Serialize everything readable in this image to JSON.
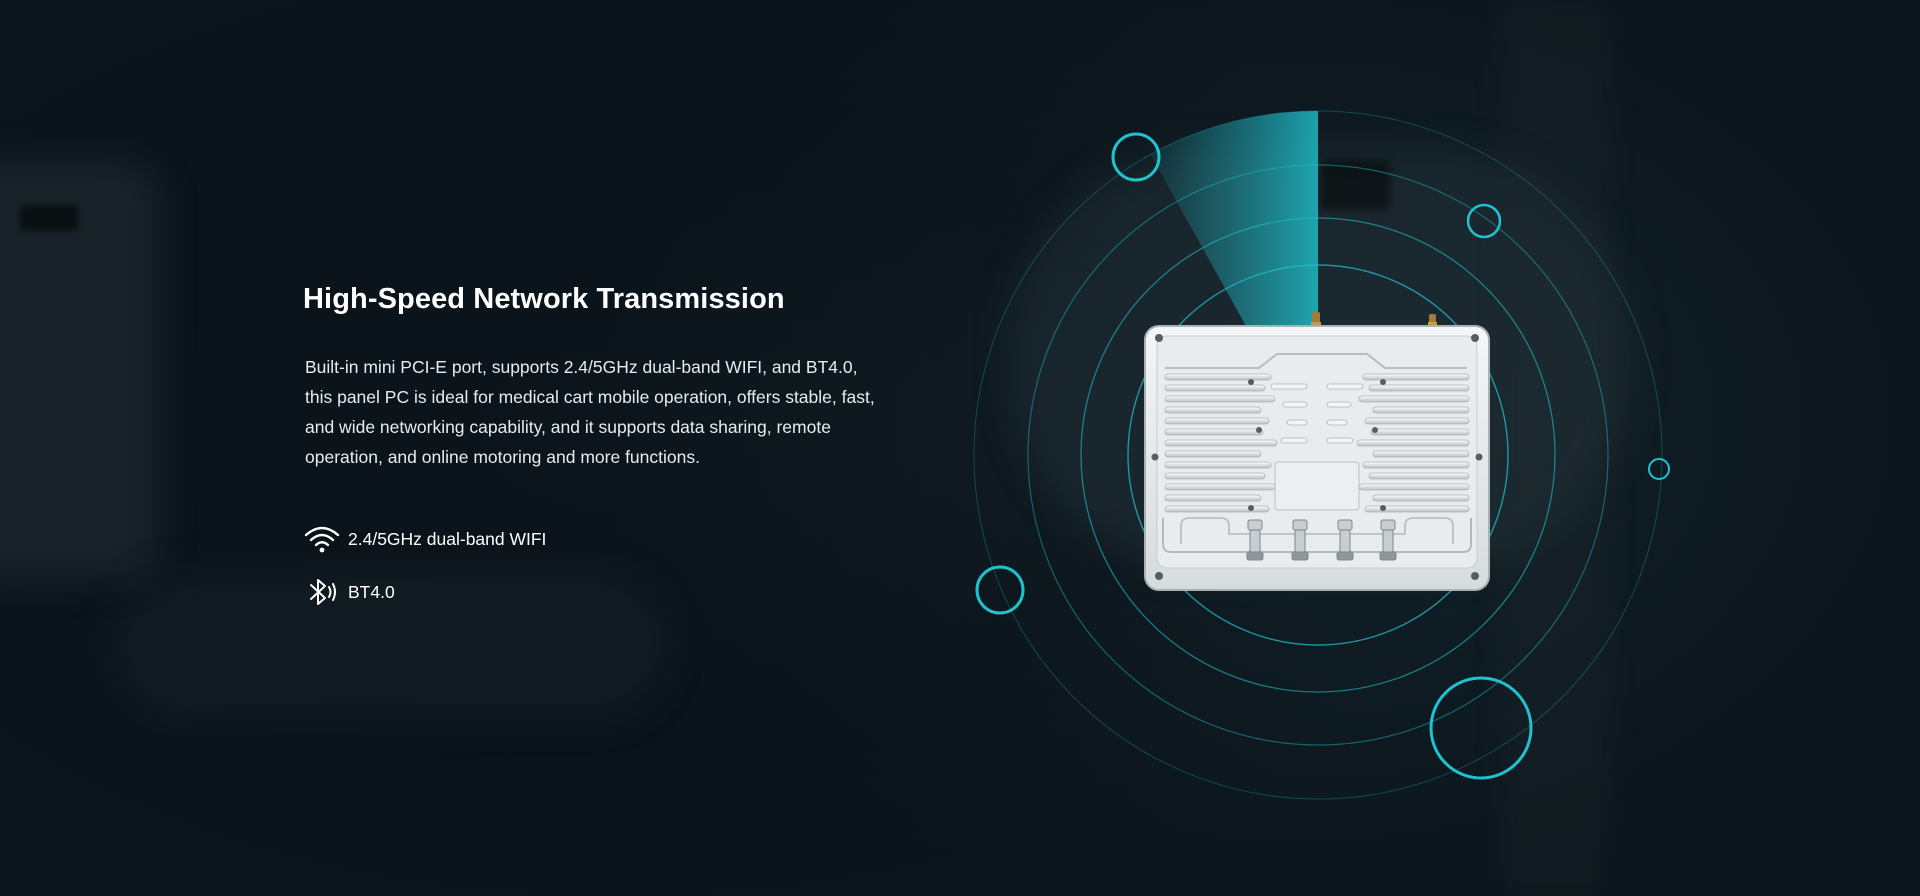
{
  "section": {
    "title": "High-Speed Network Transmission",
    "description": "Built-in mini PCI-E port, supports 2.4/5GHz dual-band WIFI, and BT4.0, this panel PC is ideal for medical cart mobile operation, offers stable, fast, and wide networking capability, and it supports data sharing, remote operation, and online motoring and more functions."
  },
  "features": [
    {
      "icon": "wifi-icon",
      "label": "2.4/5GHz dual-band WIFI"
    },
    {
      "icon": "bluetooth-icon",
      "label": "BT4.0"
    }
  ],
  "colors": {
    "accent": "#1fc3cf",
    "background": "#0d1820",
    "text": "#ffffff"
  }
}
